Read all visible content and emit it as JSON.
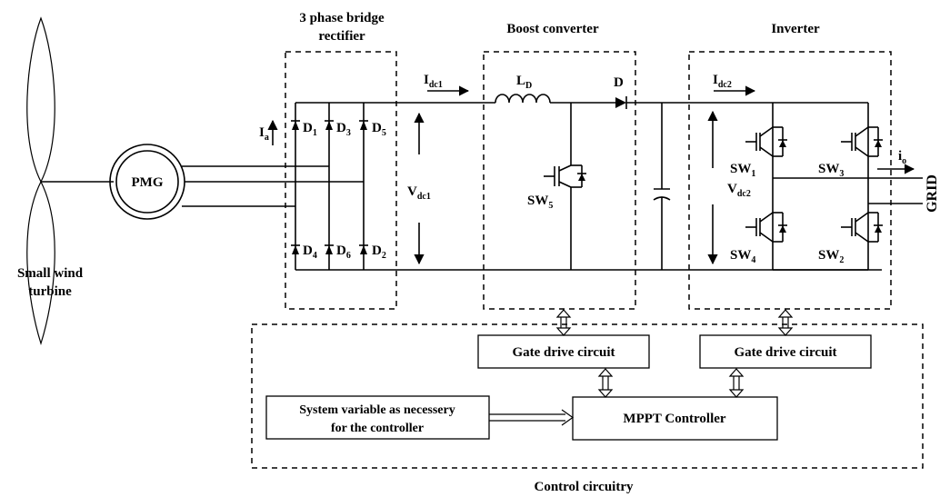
{
  "diagram": {
    "sections": {
      "rectifier_title_1": "3 phase bridge",
      "rectifier_title_2": "rectifier",
      "boost_title": "Boost converter",
      "inverter_title": "Inverter",
      "control_title": "Control circuitry"
    },
    "turbine_label_1": "Small wind",
    "turbine_label_2": "turbine",
    "generator_label": "PMG",
    "currents": {
      "ia": "I",
      "ia_sub": "a",
      "idc1": "I",
      "idc1_sub": "dc1",
      "idc2": "I",
      "idc2_sub": "dc2",
      "io": "i",
      "io_sub": "o"
    },
    "voltages": {
      "vdc1": "V",
      "vdc1_sub": "dc1",
      "vdc2": "V",
      "vdc2_sub": "dc2"
    },
    "diodes": {
      "d1": "D",
      "d1_sub": "1",
      "d3": "D",
      "d3_sub": "3",
      "d5": "D",
      "d5_sub": "5",
      "d4": "D",
      "d4_sub": "4",
      "d6": "D",
      "d6_sub": "6",
      "d2": "D",
      "d2_sub": "2",
      "boost_diode": "D"
    },
    "inductor": "L",
    "inductor_sub": "D",
    "switches": {
      "sw5": "SW",
      "sw5_sub": "5",
      "sw1": "SW",
      "sw1_sub": "1",
      "sw3": "SW",
      "sw3_sub": "3",
      "sw4": "SW",
      "sw4_sub": "4",
      "sw2": "SW",
      "sw2_sub": "2"
    },
    "grid_label": "GRID",
    "blocks": {
      "gate_drive_1": "Gate drive circuit",
      "gate_drive_2": "Gate drive circuit",
      "mppt": "MPPT Controller",
      "system_var_1": "System variable as necessery",
      "system_var_2": "for the controller"
    }
  }
}
